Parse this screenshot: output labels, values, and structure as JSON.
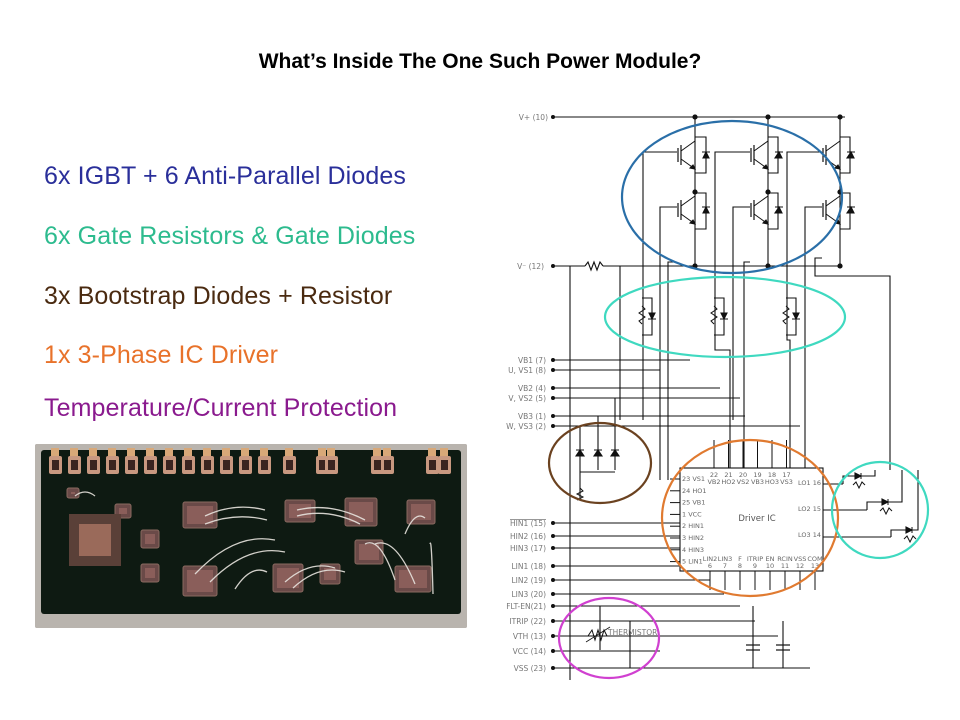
{
  "slide": {
    "title": "What’s Inside The One Such Power Module?",
    "bullets": [
      {
        "text": "6x IGBT + 6 Anti-Parallel Diodes",
        "color": "#2a2f9a"
      },
      {
        "text": "6x Gate Resistors & Gate Diodes",
        "color": "#2dbb8e"
      },
      {
        "text": "3x Bootstrap Diodes + Resistor",
        "color": "#4a2a10"
      },
      {
        "text": "1x 3-Phase IC Driver",
        "color": "#e8722a"
      },
      {
        "text": "Temperature/Current Protection",
        "color": "#8a1a8e"
      }
    ]
  },
  "photo": {
    "description": "Power module PCB photograph with dies and bond wires"
  },
  "schematic": {
    "pins_left": {
      "vplus": "V+ (10)",
      "vminus": "V⁻ (12)",
      "vb1": "VB1 (7)",
      "vs1": "U, VS1 (8)",
      "vb2": "VB2 (4)",
      "vs2": "V, VS2 (5)",
      "vb3": "VB3 (1)",
      "vs3": "W, VS3 (2)",
      "hin1": "HIN1 (15)",
      "hin2": "HIN2 (16)",
      "hin3": "HIN3 (17)",
      "lin1": "LIN1 (18)",
      "lin2": "LIN2 (19)",
      "lin3": "LIN3 (20)",
      "flt": "FLT-EN(21)",
      "itrip": "ITRIP (22)",
      "vth": "VTH (13)",
      "vcc": "VCC (14)",
      "vss": "VSS (23)"
    },
    "driver_ic": {
      "label": "Driver IC",
      "left_pins": [
        "23 VS1",
        "24 HO1",
        "25 VB1",
        "1 VCC",
        "2 HIN1",
        "3 HIN2",
        "4 HIN3",
        "5 LIN1"
      ],
      "top_pins": [
        {
          "num": "22",
          "name": "VB2"
        },
        {
          "num": "21",
          "name": "HO2"
        },
        {
          "num": "20",
          "name": "VS2"
        },
        {
          "num": "19",
          "name": "VB3"
        },
        {
          "num": "18",
          "name": "HO3"
        },
        {
          "num": "17",
          "name": "VS3"
        }
      ],
      "right_pins": [
        "LO1 16",
        "LO2 15",
        "LO3 14"
      ],
      "bottom_pins": [
        {
          "name": "LIN2",
          "num": "6"
        },
        {
          "name": "LIN3",
          "num": "7"
        },
        {
          "name": "F",
          "num": "8"
        },
        {
          "name": "ITRIP",
          "num": "9"
        },
        {
          "name": "EN",
          "num": "10"
        },
        {
          "name": "RCIN",
          "num": "11"
        },
        {
          "name": "VSS",
          "num": "12"
        },
        {
          "name": "COM",
          "num": "13"
        }
      ]
    },
    "thermistor_label": "THERMISTOR",
    "highlight_colors": {
      "igbt": "#2a6fa8",
      "gate": "#3fd9c0",
      "bootstrap": "#6b4220",
      "driver": "#e07a30",
      "protection": "#d040d0",
      "low_gate": "#3fd9c0"
    }
  }
}
